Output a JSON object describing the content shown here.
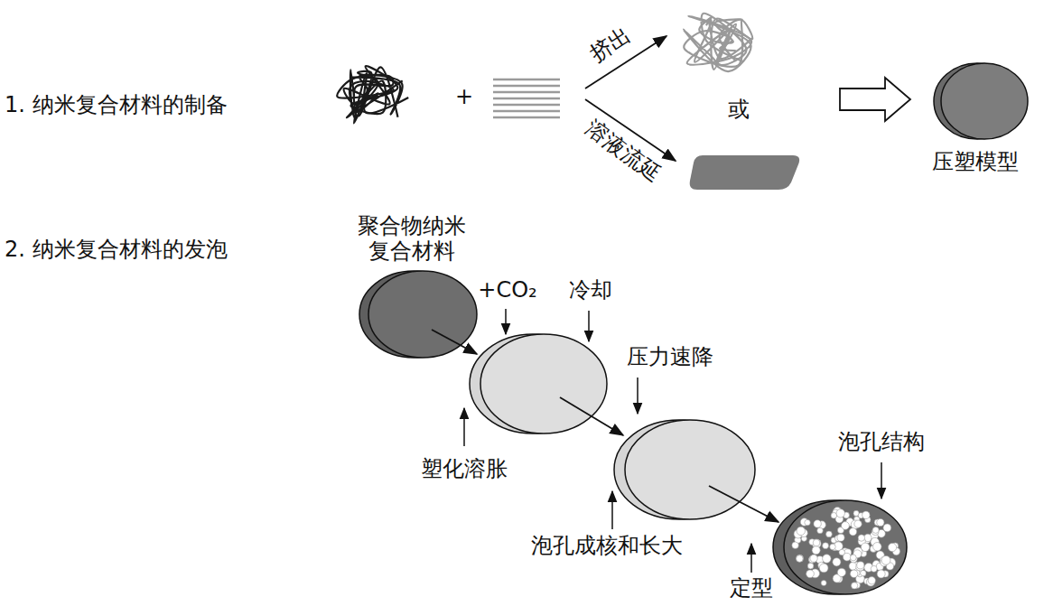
{
  "diagram": {
    "labels": [
      "1. 纳米复合材料的制备",
      "+",
      "挤出",
      "或",
      "溶液流延",
      "压塑模型",
      "2. 纳米复合材料的发泡",
      "聚合物纳米 复合材料",
      "+CO₂",
      "冷却",
      "压力速降",
      "塑化溶胀",
      "泡孔成核和长大",
      "泡孔结构",
      "定型"
    ]
  }
}
